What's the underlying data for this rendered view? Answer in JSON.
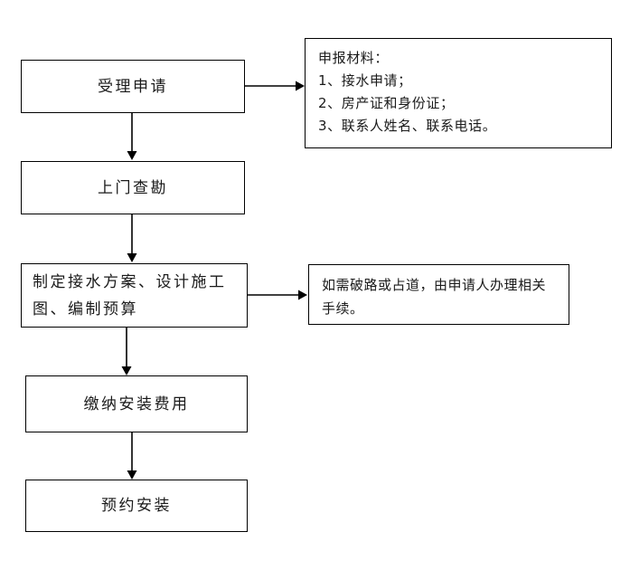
{
  "diagram": {
    "title": "",
    "type": "flowchart",
    "orientation": "vertical",
    "colors": {
      "stroke": "#000000",
      "text": "#1a1a1a",
      "background": "#ffffff"
    },
    "nodes": [
      {
        "id": "n1",
        "label": "受理申请"
      },
      {
        "id": "n2",
        "label": "上门查勘"
      },
      {
        "id": "n3",
        "label": "制定接水方案、设计施工\n图、编制预算"
      },
      {
        "id": "n4",
        "label": "缴纳安装费用"
      },
      {
        "id": "n5",
        "label": "预约安装"
      }
    ],
    "notes": [
      {
        "id": "note1",
        "heading": "申报材料：",
        "items": [
          "1、接水申请；",
          "2、房产证和身份证；",
          "3、联系人姓名、联系电话。"
        ]
      },
      {
        "id": "note2",
        "body": "如需破路或占道，由申请人办理相关手续。"
      }
    ],
    "connectors": [
      {
        "id": "c1",
        "from": "n1",
        "to": "note1",
        "direction": "right"
      },
      {
        "id": "c2",
        "from": "n1",
        "to": "n2",
        "direction": "down"
      },
      {
        "id": "c3",
        "from": "n2",
        "to": "n3",
        "direction": "down"
      },
      {
        "id": "c4",
        "from": "n3",
        "to": "note2",
        "direction": "right"
      },
      {
        "id": "c5",
        "from": "n3",
        "to": "n4",
        "direction": "down"
      },
      {
        "id": "c6",
        "from": "n4",
        "to": "n5",
        "direction": "down"
      }
    ]
  }
}
